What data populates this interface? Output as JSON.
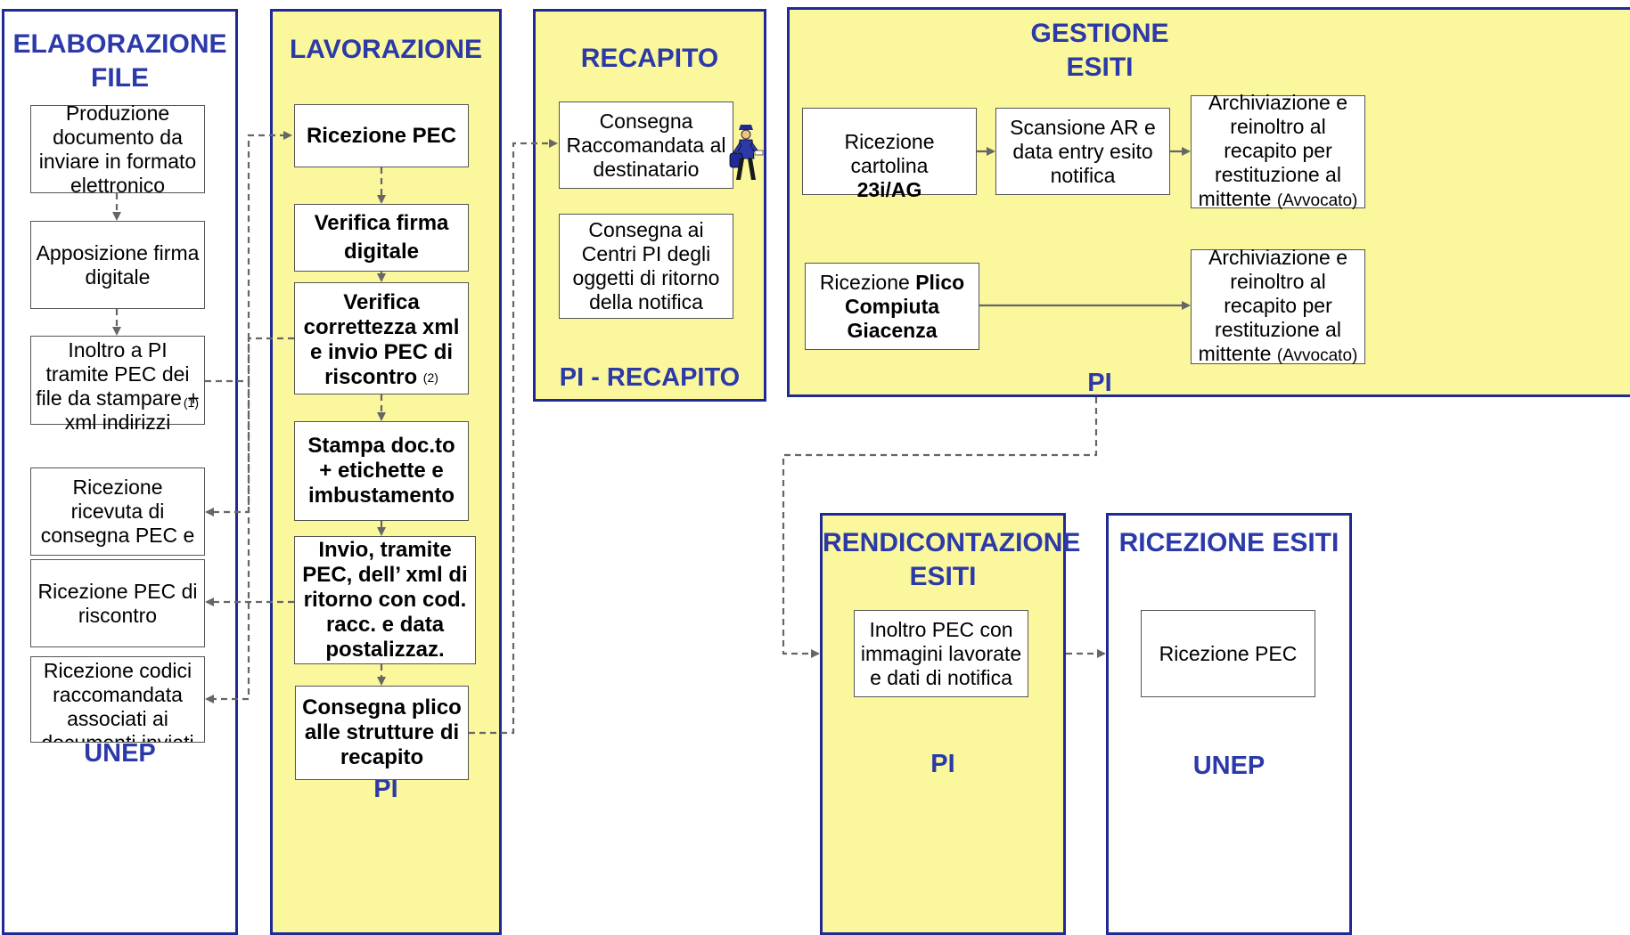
{
  "lanes": {
    "elaborazione": {
      "title": "ELABORAZIONE\nFILE",
      "footer": "UNEP"
    },
    "lavorazione": {
      "title": "LAVORAZIONE",
      "footer": "PI"
    },
    "recapito": {
      "title": "RECAPITO",
      "footer": "PI - RECAPITO"
    },
    "gestione": {
      "title": "GESTIONE\nESITI",
      "footer": "PI"
    },
    "rendicontazione": {
      "title": "RENDICONTAZIONE\nESITI",
      "footer": "PI"
    },
    "ricezione": {
      "title": "RICEZIONE ESITI",
      "footer": "UNEP"
    }
  },
  "elaborazione_boxes": {
    "produzione": "Produzione documento da inviare  in formato elettronico",
    "apposizione": "Apposizione firma digitale",
    "inoltro": "Inoltro a PI tramite PEC dei file da stampare + xml indirizzi",
    "inoltro_note": "(1)",
    "ricevuta": "Ricezione ricevuta di consegna PEC e",
    "riscontro": "Ricezione PEC di riscontro",
    "codici": "Ricezione codici raccomandata associati  ai documenti inviati"
  },
  "lavorazione_boxes": {
    "ricezione_pec": "Ricezione PEC",
    "verifica_firma": "Verifica firma digitale",
    "verifica_xml": "Verifica correttezza xml e invio PEC di riscontro",
    "verifica_xml_note": "(2)",
    "stampa": "Stampa doc.to + etichette  e imbustamento",
    "invio": "Invio, tramite PEC, dell’ xml di ritorno con cod. racc. e data postalizzaz.",
    "consegna_plico": "Consegna plico alle strutture di recapito"
  },
  "recapito_boxes": {
    "consegna_raccomandata": "Consegna Raccomandata al destinatario",
    "consegna_centri": "Consegna ai Centri PI degli oggetti di ritorno della notifica"
  },
  "gestione_boxes": {
    "ricezione_cartolina_a": "Ricezione cartolina ",
    "ricezione_cartolina_b": "23i/AG",
    "scansione": "Scansione  AR e data entry esito notifica",
    "archiviazione_1a": "Archiviazione e reinoltro al recapito per restituzione al mittente ",
    "archiviazione_1b": "(Avvocato)",
    "ricezione_plico_a": "Ricezione ",
    "ricezione_plico_b": "Plico Compiuta Giacenza",
    "archiviazione_2a": "Archiviazione e reinoltro al recapito per restituzione al mittente ",
    "archiviazione_2b": "(Avvocato)"
  },
  "rendicontazione_boxes": {
    "inoltro_pec": "Inoltro  PEC con immagini lavorate e dati di notifica"
  },
  "ricezione_boxes": {
    "ricezione_pec": "Ricezione PEC"
  },
  "icons": {
    "postman": "postman-icon"
  },
  "colors": {
    "lane_border": "#1f2a96",
    "lane_title": "#2b3aa8",
    "yellow_fill": "#fbf79c",
    "connector": "#666666"
  }
}
